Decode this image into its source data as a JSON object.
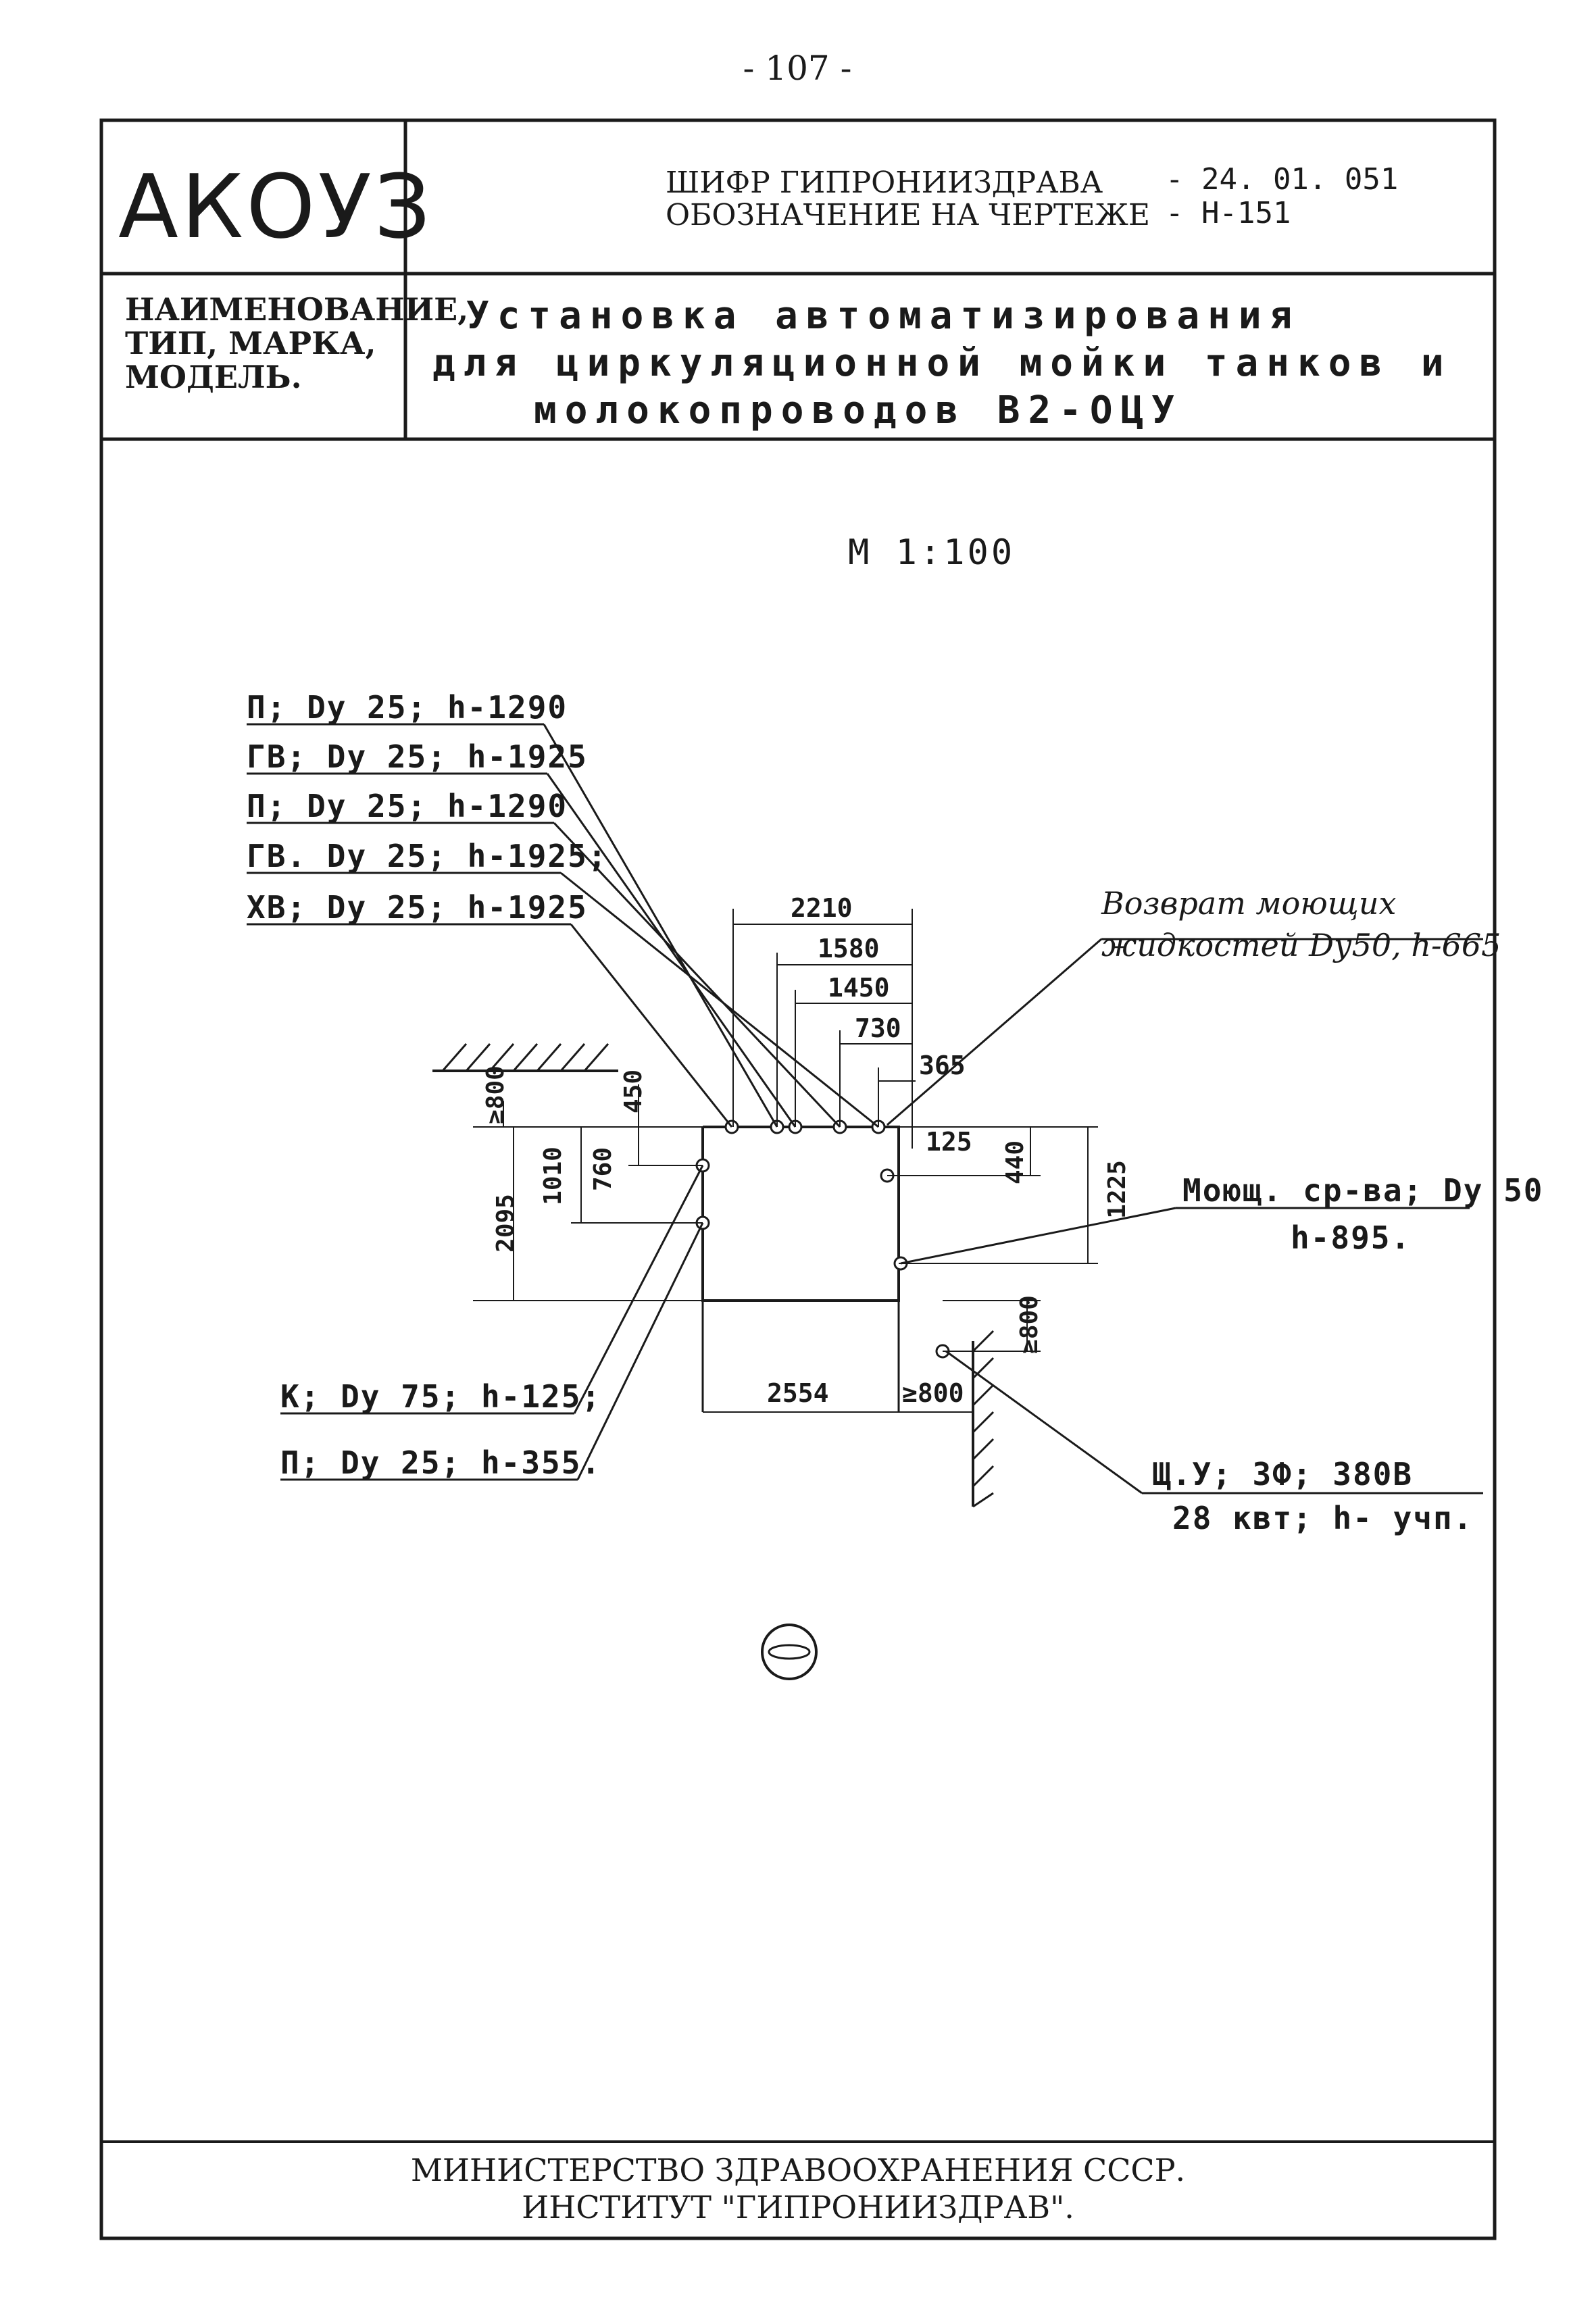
{
  "page_number": "- 107 -",
  "header": {
    "logo": "АКОУЗ",
    "cipher_label": "ШИФР ГИПРОНИИЗДРАВА",
    "cipher_value": "- 24. 01. 051",
    "drawing_label": "ОБОЗНАЧЕНИЕ НА ЧЕРТЕЖЕ",
    "drawing_value": "- Н-151"
  },
  "name_block": {
    "label_lines": [
      "НАИМЕНОВАНИЕ,",
      "ТИП, МАРКА,",
      "МОДЕЛЬ."
    ],
    "title_lines": [
      "Установка автоматизирования",
      "для циркуляционной мойки танков и",
      "молокопроводов В2-ОЦУ"
    ]
  },
  "drawing": {
    "scale": "М 1:100",
    "pipe_labels": [
      "П; Dу 25; h-1290",
      "ГВ; Dу 25; h-1925",
      "П; Dу 25; h-1290",
      "ГВ. Dу 25; h-1925;",
      "ХВ; Dу 25; h-1925",
      "К; Dу 75; h-125;",
      "П; Dу 25; h-355."
    ],
    "return_note": [
      "Возврат моющих",
      "жидкостей Dу50, h-665"
    ],
    "wash_note": [
      "Моющ. ср-ва; Dу 50",
      "h-895."
    ],
    "power_note": [
      "Щ.У; 3Ф; 380В",
      "28 квт; h- учп."
    ],
    "dimensions": {
      "d2210": "2210",
      "d1580": "1580",
      "d1450": "1450",
      "d730": "730",
      "d365": "365",
      "d125": "125",
      "d440": "440",
      "d1225": "1225",
      "d800a": "≥800",
      "d450": "450",
      "d1010": "1010",
      "d760": "760",
      "d2095": "2095",
      "d2554": "2554",
      "d800b": "≥800",
      "d800c": "≥800"
    }
  },
  "footer": {
    "line1": "МИНИСТЕРСТВО ЗДРАВООХРАНЕНИЯ СССР.",
    "line2": "ИНСТИТУТ \"ГИПРОНИИЗДРАВ\"."
  }
}
